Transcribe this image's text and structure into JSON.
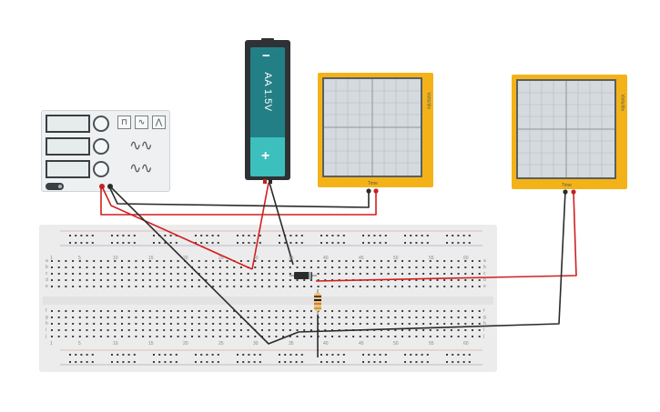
{
  "battery": {
    "label": "AA 1.5V",
    "minus_symbol": "−",
    "plus_symbol": "+"
  },
  "oscilloscope_1": {
    "side_label": "Volts/div",
    "foot_label": "Time"
  },
  "oscilloscope_2": {
    "side_label": "Volts/div",
    "foot_label": "Time"
  },
  "breadboard": {
    "column_numbers": [
      "1",
      "5",
      "10",
      "15",
      "20",
      "25",
      "30",
      "35",
      "40",
      "45",
      "50",
      "55",
      "60"
    ],
    "row_letters_top": [
      "a",
      "b",
      "c",
      "d",
      "e"
    ],
    "row_letters_bottom": [
      "f",
      "g",
      "h",
      "i",
      "j"
    ]
  },
  "function_generator": {
    "wave_buttons": [
      "⊓",
      "∿",
      "⋀"
    ]
  },
  "colors": {
    "wire_red": "#d21f1f",
    "wire_black": "#2b2b2b",
    "scope_body": "#f3b318",
    "battery_teal": "#3cbfbd"
  }
}
